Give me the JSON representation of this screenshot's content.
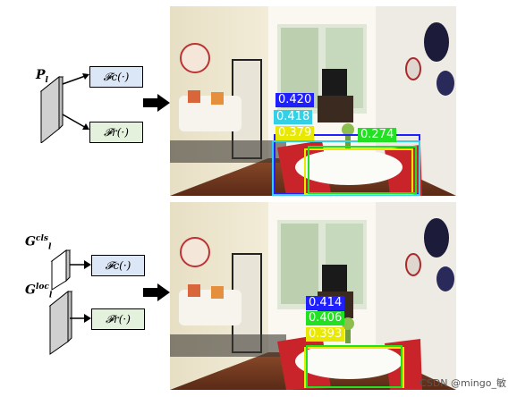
{
  "top_panel": {
    "input_label": "P",
    "input_sub": "l",
    "cls_head": "𝓕c(·)",
    "reg_head": "𝓕r(·)",
    "scores": [
      {
        "value": "0.420",
        "color": "#1f1fff"
      },
      {
        "value": "0.418",
        "color": "#34d1e6"
      },
      {
        "value": "0.379",
        "color": "#e8e800"
      },
      {
        "value": "0.274",
        "color": "#22e022"
      }
    ]
  },
  "bottom_panel": {
    "cls_label": "G",
    "cls_sup": "cls",
    "cls_sub": "l",
    "loc_label": "G",
    "loc_sup": "loc",
    "loc_sub": "l",
    "cls_head": "𝓕c(·)",
    "reg_head": "𝓕r(·)",
    "scores": [
      {
        "value": "0.414",
        "color": "#1f1fff"
      },
      {
        "value": "0.406",
        "color": "#22e022"
      },
      {
        "value": "0.393",
        "color": "#e8e800"
      }
    ]
  },
  "watermark": "CSDN @mingo_敏"
}
